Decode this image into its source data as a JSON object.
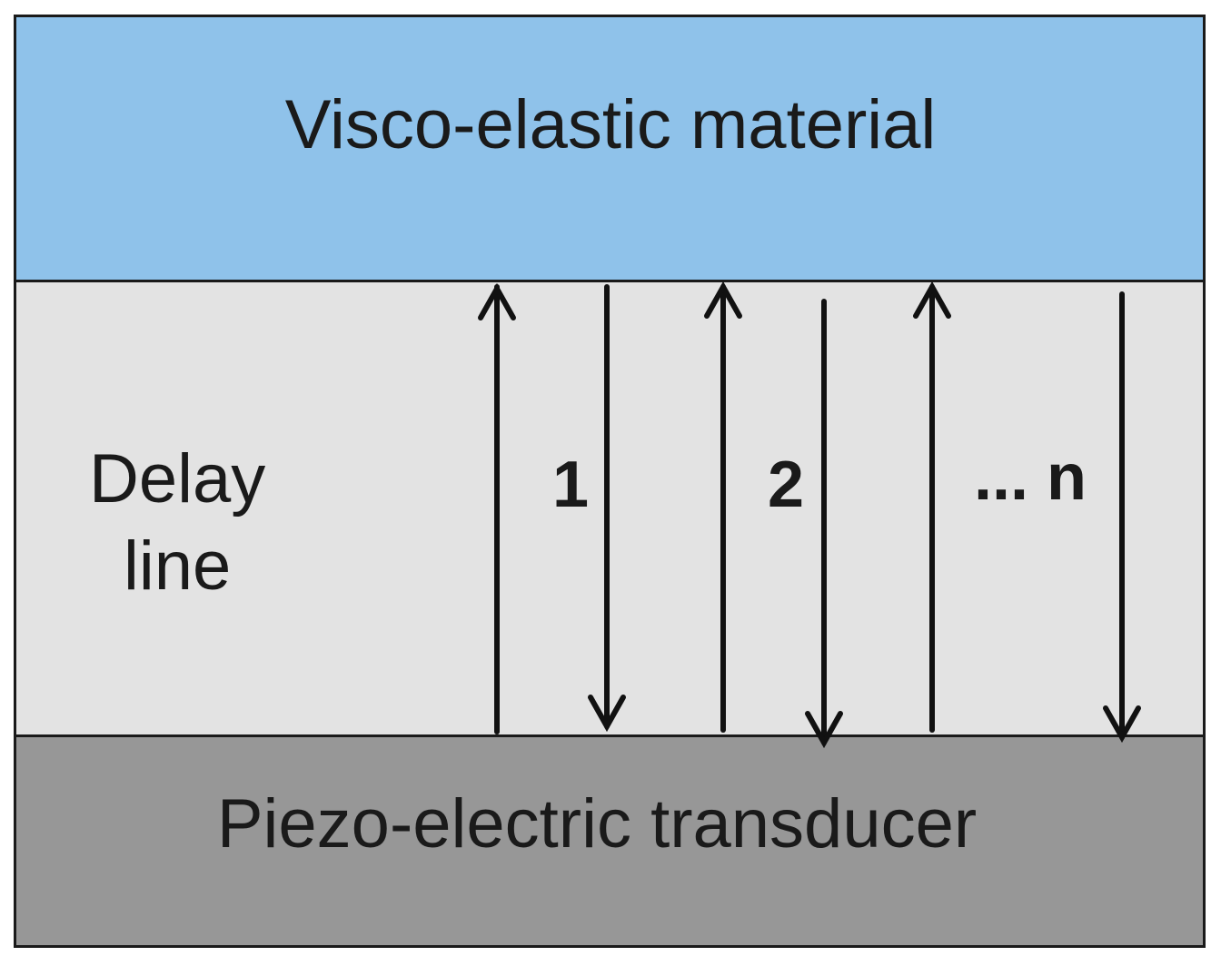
{
  "layers": {
    "top": {
      "label": "Visco-elastic material",
      "color": "#8fc2ea"
    },
    "middle": {
      "label_line1": "Delay",
      "label_line2": "line",
      "color": "#e3e3e3"
    },
    "bottom": {
      "label": "Piezo-electric transducer",
      "color": "#979797"
    }
  },
  "reflections": {
    "first": "1",
    "second": "2",
    "nth": "... n"
  }
}
